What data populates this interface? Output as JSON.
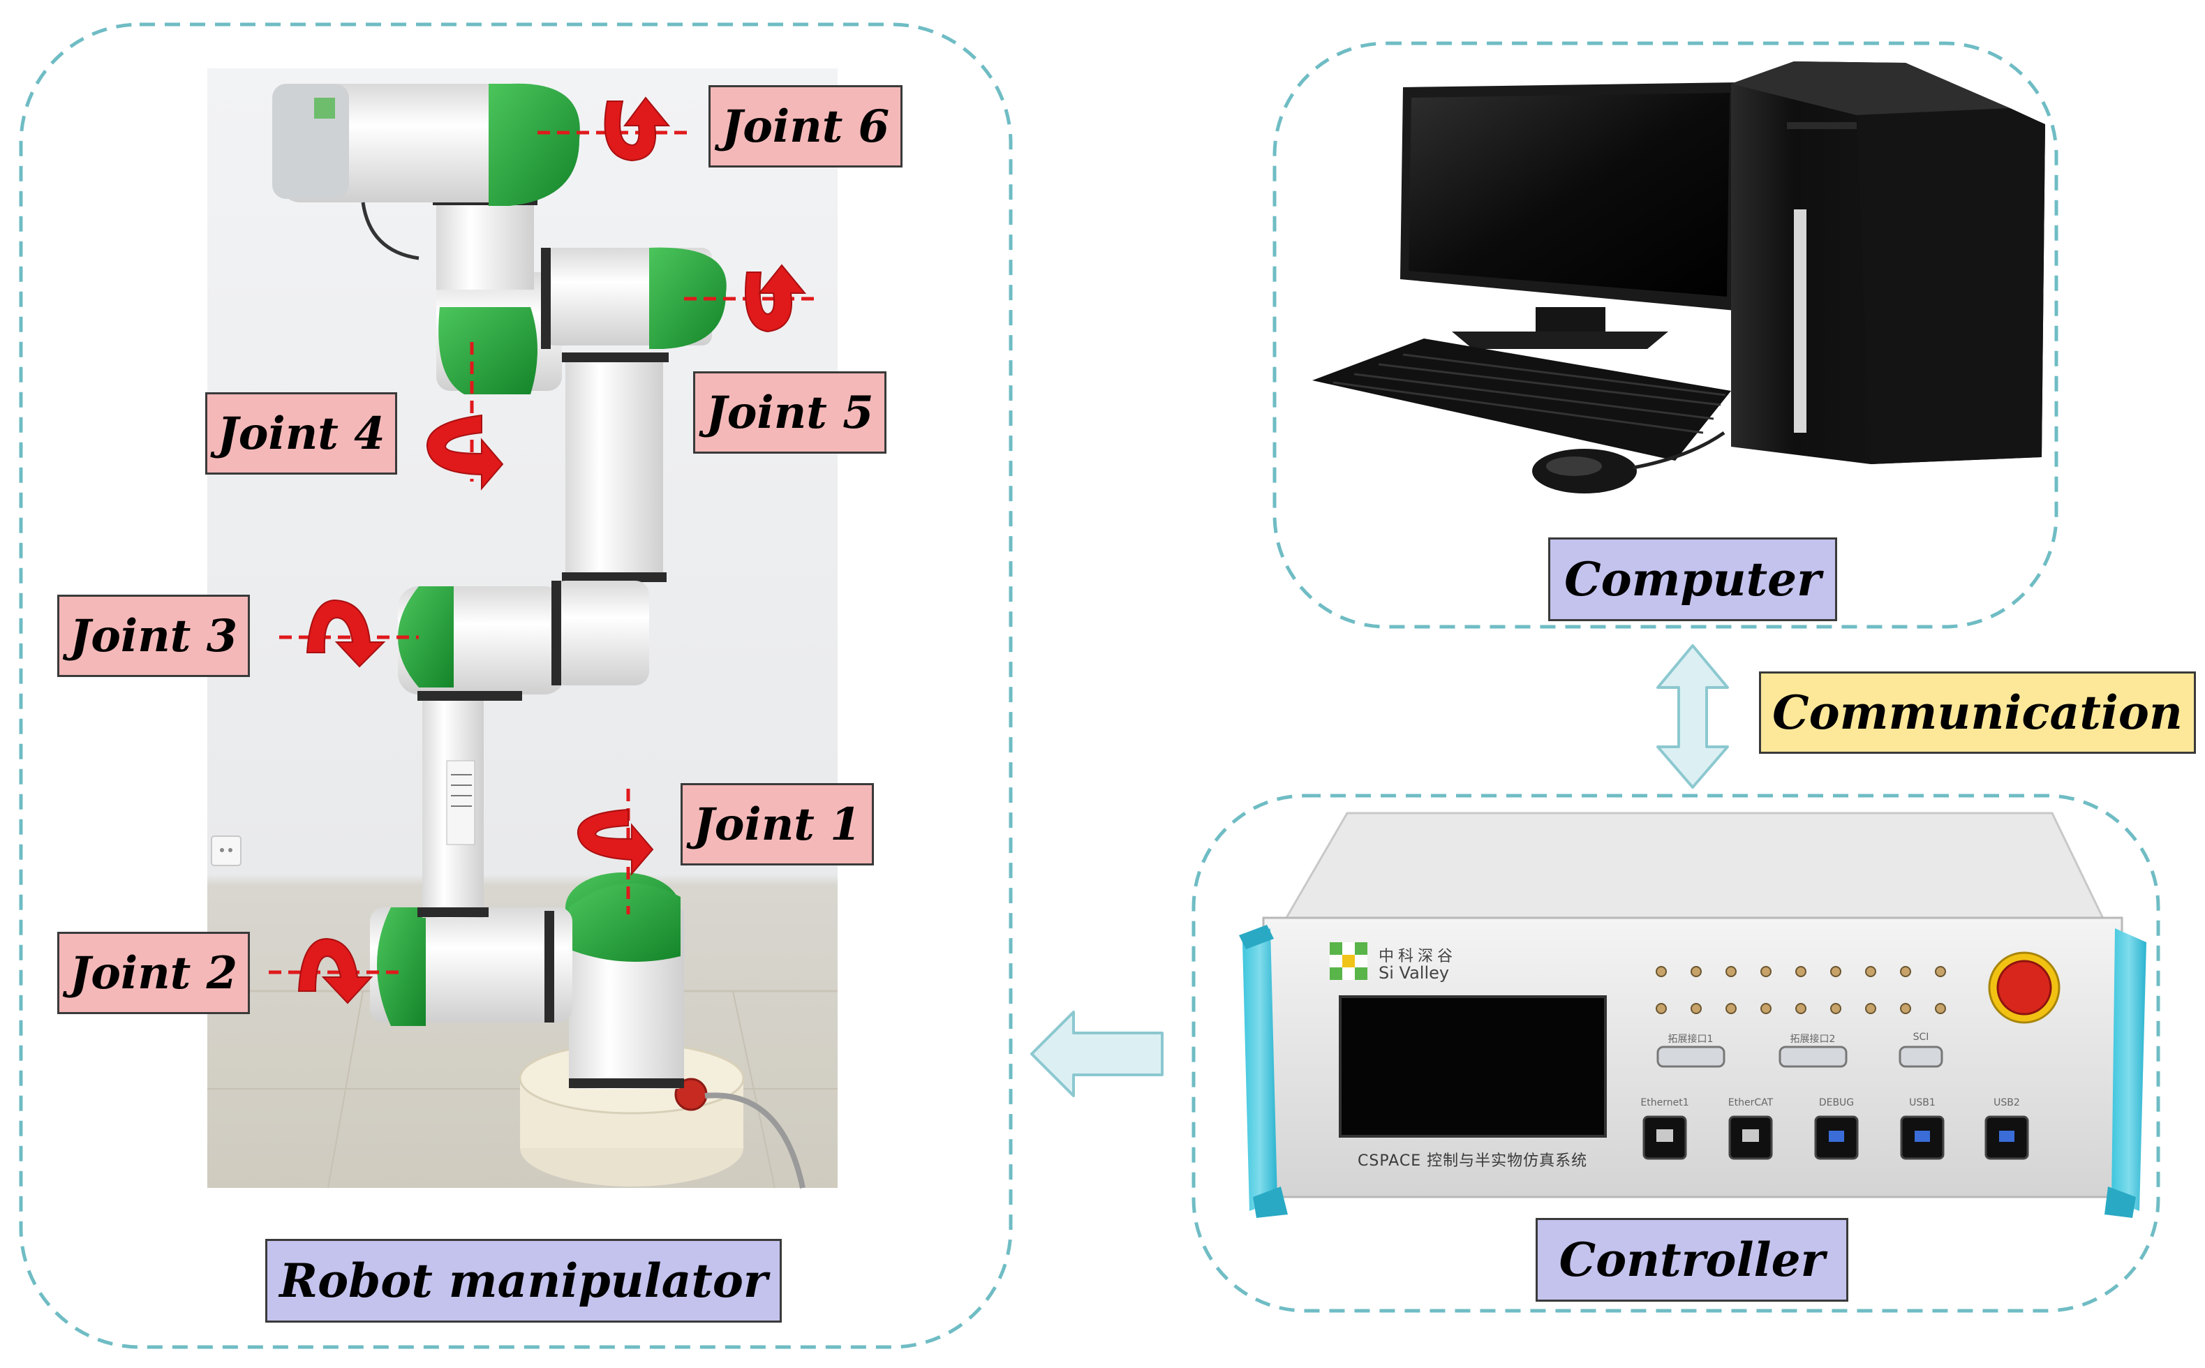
{
  "panels": {
    "robot": {
      "label": "Robot manipulator",
      "joints": [
        "Joint 1",
        "Joint 2",
        "Joint 3",
        "Joint 4",
        "Joint 5",
        "Joint 6"
      ]
    },
    "computer": {
      "label": "Computer"
    },
    "controller": {
      "label": "Controller",
      "brand_cn": "中科深谷",
      "brand_en": "Si Valley",
      "device_name": "CSPACE 控制与半实物仿真系统",
      "ports": [
        "Ethernet1",
        "EtherCAT",
        "DEBUG",
        "USB1",
        "USB2"
      ],
      "connectors": [
        "拓展接口1",
        "拓展接口2",
        "SCI"
      ]
    }
  },
  "communication": {
    "label": "Communication"
  },
  "colors": {
    "panel_border": "#6fbcc4",
    "arrow_fill": "#dcf0f3",
    "arrow_stroke": "#8cc8d0",
    "joint_label_bg": "#f4b8b8",
    "component_label_bg": "#c4c3ee",
    "communication_label_bg": "#fde89a",
    "rotation_arrow": "#e0191b",
    "robot_green": "#25a03a"
  }
}
